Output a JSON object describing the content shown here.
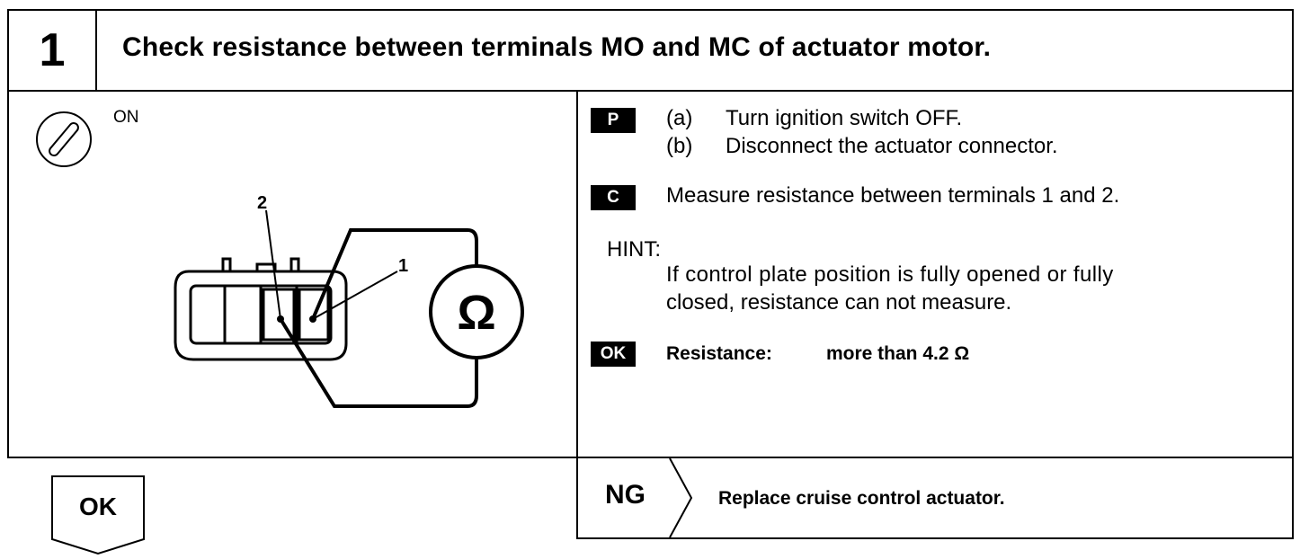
{
  "header": {
    "step_number": "1",
    "title": "Check resistance between terminals MO and MC of actuator motor."
  },
  "left_panel": {
    "ignition_state": "ON",
    "ignition_icon": "ignition-key-icon",
    "terminal_labels": [
      "2",
      "1"
    ],
    "meter_symbol": "Ω"
  },
  "right_panel": {
    "prep_badge": "P",
    "prep_steps": [
      {
        "marker": "(a)",
        "text": "Turn ignition switch OFF."
      },
      {
        "marker": "(b)",
        "text": "Disconnect the actuator connector."
      }
    ],
    "check_badge": "C",
    "check_text": "Measure resistance between terminals 1 and 2.",
    "hint_label": "HINT:",
    "hint_lines": [
      "If control plate position is fully opened or fully",
      "closed, resistance can not measure."
    ],
    "ok_badge": "OK",
    "spec_label": "Resistance:",
    "spec_value": "more than 4.2 Ω"
  },
  "ng": {
    "label": "NG",
    "action": "Replace cruise control actuator."
  },
  "ok_flow": {
    "label": "OK"
  }
}
